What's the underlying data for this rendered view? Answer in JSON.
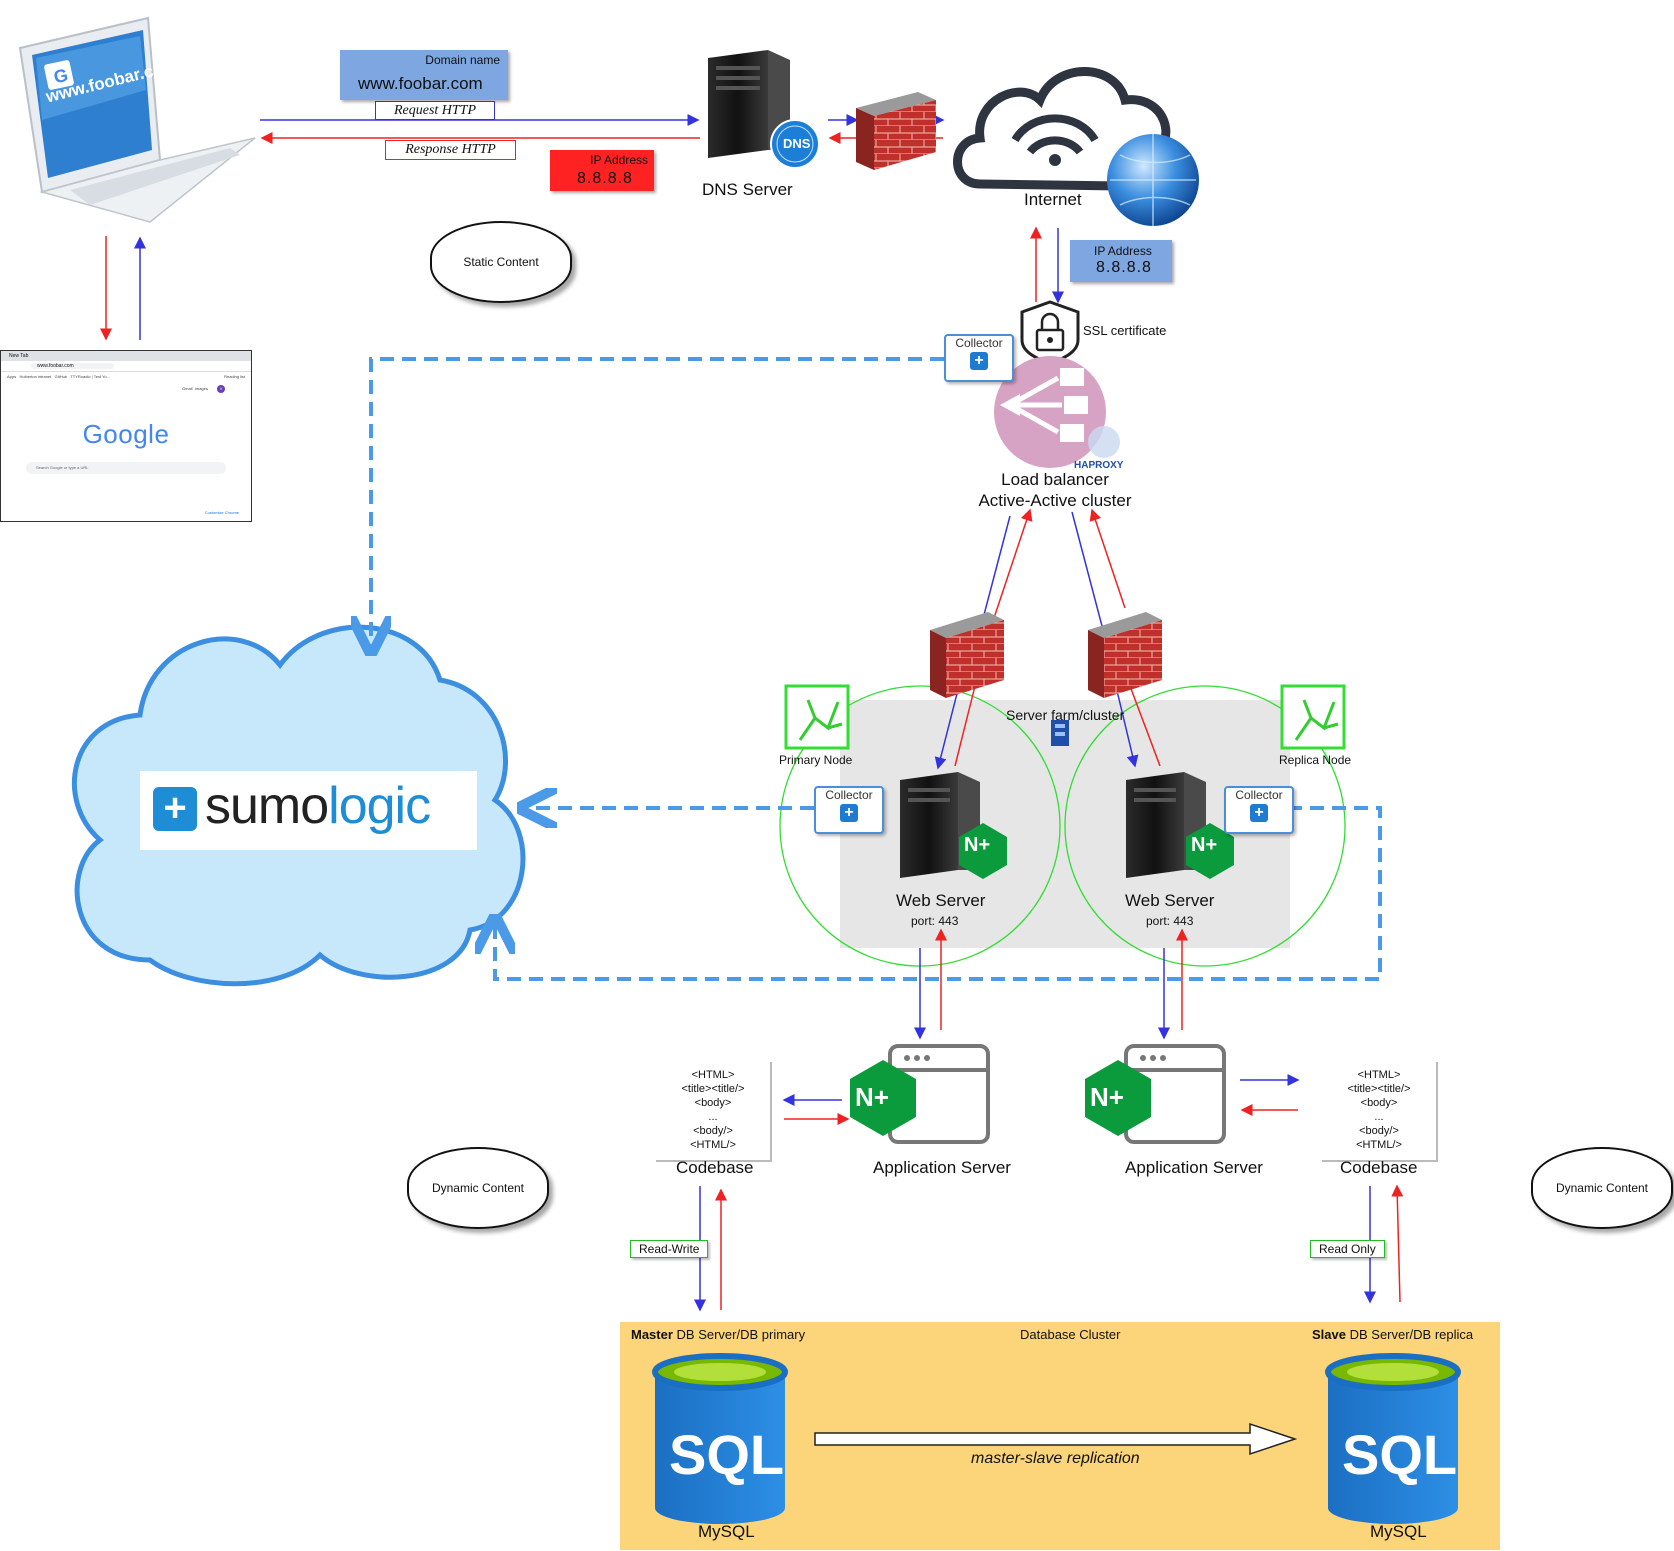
{
  "client": {
    "laptop_screen_text": "www.foobar.com",
    "browser": {
      "tab_title": "New Tab",
      "address": "www.foobar.com",
      "bookmarks": [
        "Apps",
        "Holberton intranet",
        "GitHub",
        "TTYRoadio | Test Yo..."
      ],
      "reading_list": "Reading list",
      "top_links": [
        "Gmail",
        "Images"
      ],
      "avatar_letter": "V",
      "logo": "Google",
      "search_placeholder": "Search Google or type a URL",
      "customize": "Customize Chrome"
    }
  },
  "request": {
    "domain_label": "Domain name",
    "domain_value": "www.foobar.com",
    "request_label": "Request HTTP",
    "response_label": "Response HTTP",
    "ip_label": "IP Address",
    "ip_value": "8.8.8.8"
  },
  "dns": {
    "label": "DNS Server",
    "badge": "DNS"
  },
  "internet": {
    "label": "Internet"
  },
  "static_content": "Static Content",
  "lb_ip": {
    "label": "IP Address",
    "value": "8.8.8.8"
  },
  "ssl": {
    "label": "SSL certificate"
  },
  "collector_label": "Collector",
  "load_balancer": {
    "line1": "Load balancer",
    "line2": "Active-Active cluster",
    "brand": "HAPROXY"
  },
  "server_farm": {
    "label": "Server farm/cluster"
  },
  "nodes": {
    "primary": "Primary Node",
    "replica": "Replica Node"
  },
  "web_servers": [
    {
      "label": "Web Server",
      "port": "port: 443",
      "badge": "N+"
    },
    {
      "label": "Web Server",
      "port": "port: 443",
      "badge": "N+"
    }
  ],
  "app_servers": [
    {
      "label": "Application Server",
      "badge": "N+"
    },
    {
      "label": "Application Server",
      "badge": "N+"
    }
  ],
  "codebase": {
    "label": "Codebase",
    "lines": [
      "<HTML>",
      "<title><title/>",
      "<body>",
      "...",
      "<body/>",
      "<HTML/>"
    ]
  },
  "dynamic_content": "Dynamic Content",
  "access": {
    "left": "Read-Write",
    "right": "Read Only"
  },
  "monitoring": {
    "brand_light": "sumo",
    "brand_accent": "logic",
    "plus": "+"
  },
  "database": {
    "cluster_label": "Database Cluster",
    "master_bold": "Master",
    "master_rest": " DB Server/DB primary",
    "slave_bold": "Slave",
    "slave_rest": " DB Server/DB replica",
    "replication": "master-slave replication",
    "engine": "MySQL",
    "sql_text": "SQL"
  },
  "colors": {
    "request_arrow": "#3333dd",
    "response_arrow": "#ee2222",
    "monitor_dash": "#4a9ae8",
    "cloud_fill": "#c7e8fb",
    "db_panel": "#fcd57a",
    "farm_panel": "#e6e6e6",
    "nginx_green": "#0b9a3c"
  }
}
